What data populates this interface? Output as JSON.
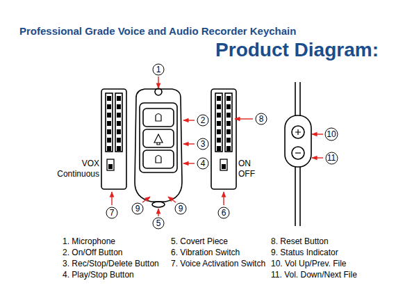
{
  "diagram": {
    "title": "Professional Grade Voice and Audio Recorder Keychain",
    "nodes": [
      {
        "text": [
          "1"
        ]
      },
      {
        "text": [
          "2"
        ]
      },
      {
        "text": [
          "8"
        ]
      },
      {
        "text": [
          "10"
        ]
      },
      {
        "text": [
          "3"
        ]
      },
      {
        "text": [
          "4"
        ]
      },
      {
        "text": [
          "11"
        ]
      },
      {
        "text": [
          "9"
        ]
      },
      {
        "text": [
          "9"
        ]
      },
      {
        "text": [
          "7"
        ]
      },
      {
        "text": [
          "6"
        ]
      },
      {
        "text": [
          "5"
        ]
      }
    ],
    "labels": [
      "Product Diagram:",
      "VOX",
      "Continuous",
      "ON",
      "OFF",
      "1. Microphone",
      "2. On/Off Button",
      "3. Rec/Stop/Delete Button",
      "4. Play/Stop Button",
      "5. Covert Piece",
      "6. Vibration Switch",
      "7. Voice Activation Switch",
      "8. Reset Button",
      "9. Status Indicator",
      "10. Vol Up/Prev. File",
      "11. Vol. Down/Next File"
    ]
  }
}
